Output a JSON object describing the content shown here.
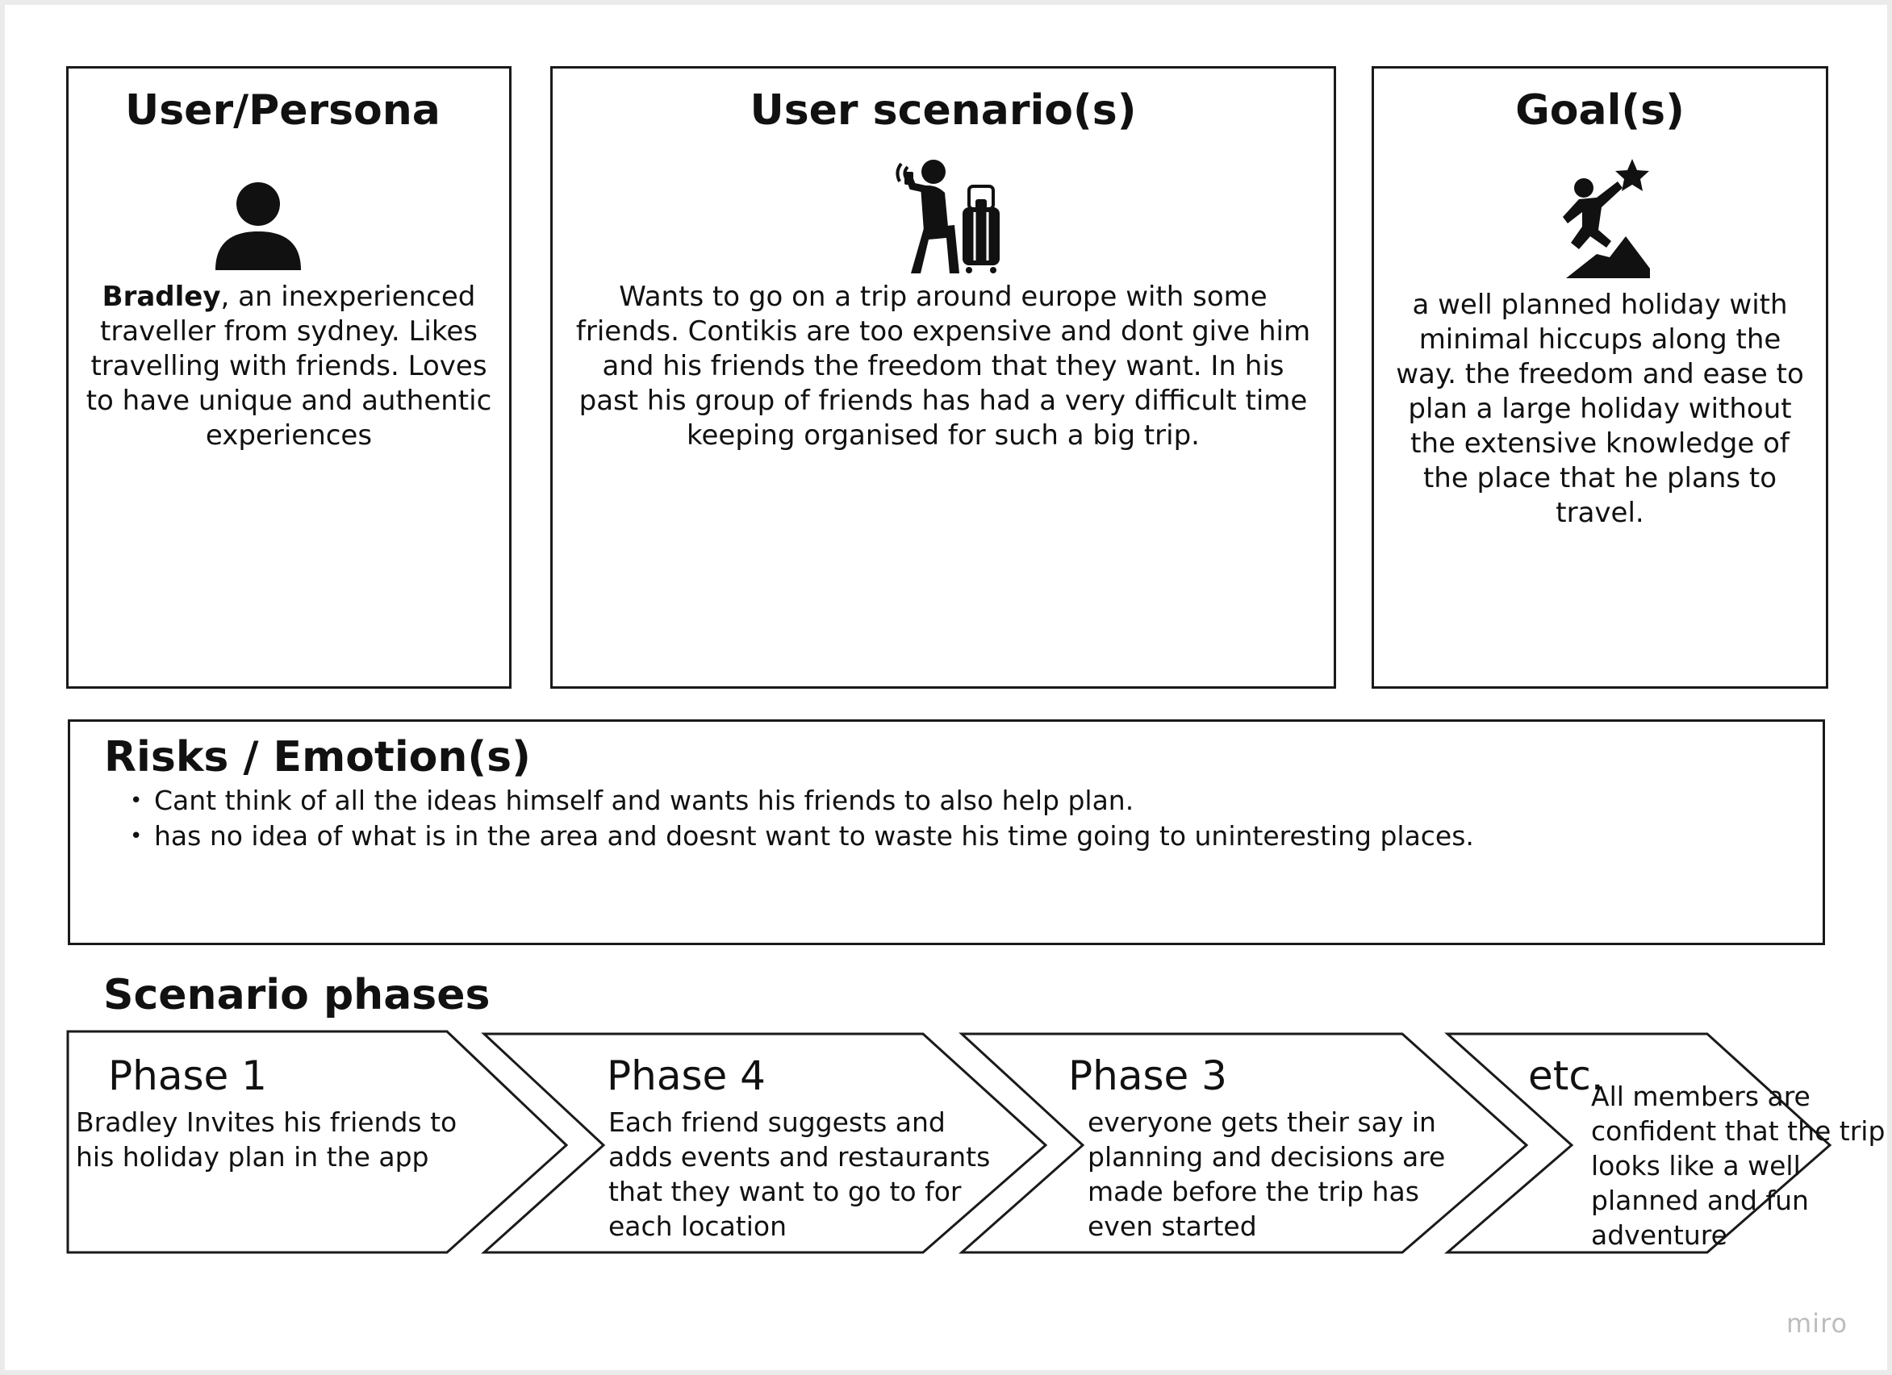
{
  "persona": {
    "title": "User/Persona",
    "icon": "person-icon",
    "name": "Bradley",
    "description": ", an inexperienced traveller from sydney. Likes travelling with friends. Loves to have unique and authentic experiences"
  },
  "scenario": {
    "title": "User scenario(s)",
    "icon": "traveler-with-luggage-icon",
    "text": "Wants to go on a trip around europe with some friends. Contikis are too expensive and dont give him and his friends the freedom that they want. In his past his group of friends has had a very difficult time keeping organised for such a big trip."
  },
  "goals": {
    "title": "Goal(s)",
    "icon": "climber-reaching-star-icon",
    "text": "a well planned holiday with minimal hiccups along the way. the freedom and ease to plan a large holiday without the extensive knowledge of the place that he plans to travel."
  },
  "risks": {
    "title": "Risks / Emotion(s)",
    "items": [
      "Cant think of all the ideas himself and wants his friends to also help plan.",
      "has no idea of what is in the area and doesnt want to waste his time going to uninteresting places."
    ]
  },
  "phases_section": {
    "title": "Scenario phases",
    "phases": [
      {
        "title": "Phase 1",
        "text": "Bradley Invites his friends to his holiday plan in the app"
      },
      {
        "title": "Phase 4",
        "text": "Each friend suggests and adds events and restaurants that they want to go to for each location"
      },
      {
        "title": "Phase 3",
        "text": "everyone gets their say in planning and decisions are made before the trip has even started"
      },
      {
        "title": "etc.",
        "text": "All members are confident that the trip looks like a well planned and fun adventure"
      }
    ]
  },
  "watermark": "miro"
}
